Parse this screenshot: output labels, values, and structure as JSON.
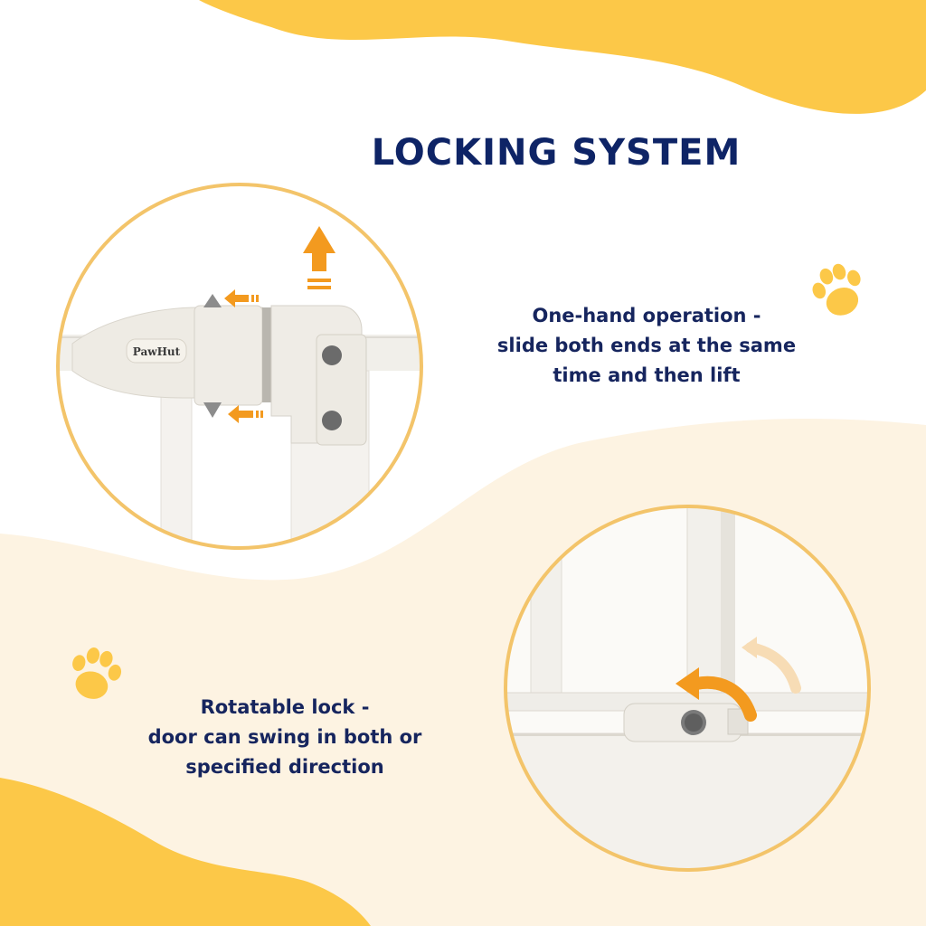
{
  "title": "LOCKING SYSTEM",
  "features": [
    {
      "lines": [
        "One-hand operation -",
        "slide both ends at the same",
        "time and then lift"
      ]
    },
    {
      "lines": [
        "Rotatable lock -",
        "door can swing in both or",
        "specified direction"
      ]
    }
  ],
  "brand_label": "PawHut",
  "icons": [
    "paw-icon",
    "arrow-up-icon",
    "arrow-left-icon",
    "rotate-arrow-icon"
  ],
  "colors": {
    "title": "#0e2466",
    "text": "#16255e",
    "accent_yellow": "#fcc848",
    "cream": "#fdf3e2",
    "arrow_orange": "#f39a1f",
    "circle_border": "#f3c46a"
  }
}
